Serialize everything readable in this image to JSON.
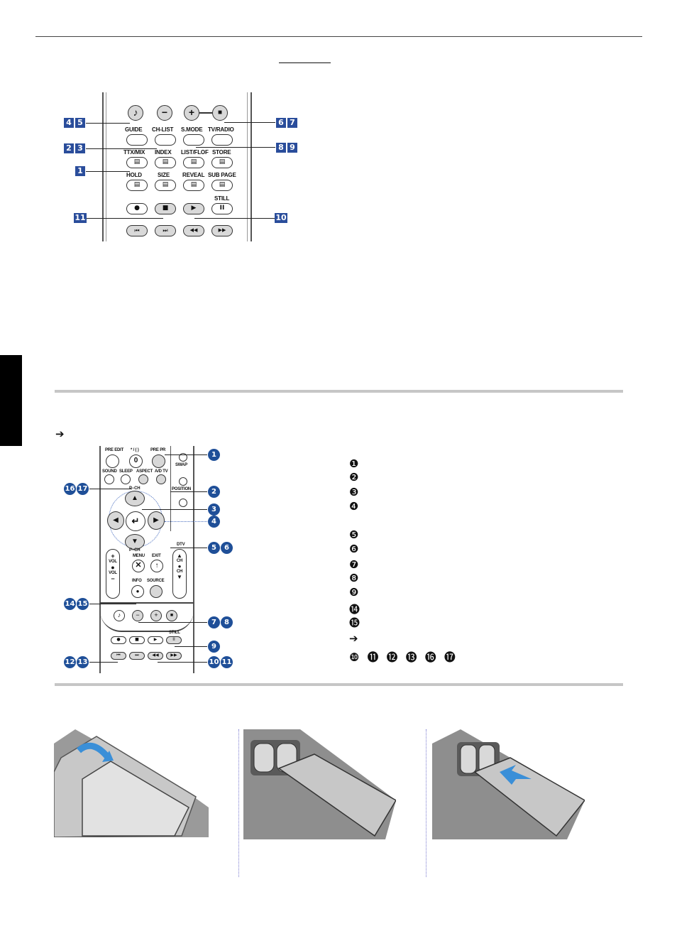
{
  "top_remote": {
    "row1_symbols": [
      "♪",
      "−",
      "+",
      "■"
    ],
    "labels_row2": [
      "GUIDE",
      "CH-LIST",
      "S.MODE",
      "TV/RADIO"
    ],
    "labels_row3": [
      "TTX/MIX",
      "INDEX",
      "LIST/FLOF",
      "STORE"
    ],
    "labels_row4": [
      "HOLD",
      "SIZE",
      "REVEAL",
      "SUB PAGE"
    ],
    "label_still": "STILL",
    "row5_symbols": [
      "●",
      "■",
      "▶",
      "II"
    ],
    "row6_symbols": [
      "⏮",
      "⏭",
      "◀◀",
      "▶▶"
    ],
    "callouts": {
      "c45": [
        "4",
        "5"
      ],
      "c23": [
        "2",
        "3"
      ],
      "c1": "1",
      "c11": "11",
      "c67": [
        "6",
        "7"
      ],
      "c89": [
        "8",
        "9"
      ],
      "c10": "10"
    }
  },
  "section2": {
    "arrow": "➔",
    "remote": {
      "labels_top": [
        "PRE EDIT",
        "* / ( )",
        "PRE PR"
      ],
      "zero": "0",
      "side_labels": [
        "SWAP",
        "POSITION"
      ],
      "labels_row2": [
        "SOUND",
        "SLEEP",
        "ASPECT",
        "A/D TV"
      ],
      "p_ch": "P−CH",
      "p_ch_bottom": "P−CH",
      "menu": "MENU",
      "exit": "EXIT",
      "dtv": "DTV",
      "vol": "VOL",
      "ch": "CH",
      "info": "INFO",
      "source": "SOURCE",
      "still": "STILL"
    },
    "callouts_left": [
      [
        "16",
        "17"
      ],
      [
        "14",
        "15"
      ],
      [
        "12",
        "13"
      ]
    ],
    "callouts_right": [
      [
        "1"
      ],
      [
        "2"
      ],
      [
        "3"
      ],
      [
        "4"
      ],
      [
        "5",
        "6"
      ],
      [
        "7",
        "8"
      ],
      [
        "9"
      ],
      [
        "10",
        "11"
      ]
    ],
    "key_list": [
      "❶",
      "❷",
      "❸",
      "❹",
      "❺",
      "❻",
      "❼",
      "❽",
      "❾",
      "⓮",
      "⓯"
    ],
    "key_arrow": "➔",
    "key_bottom": [
      "❿",
      "⓫",
      "⓬",
      "⓭",
      "⓰",
      "⓱"
    ]
  }
}
